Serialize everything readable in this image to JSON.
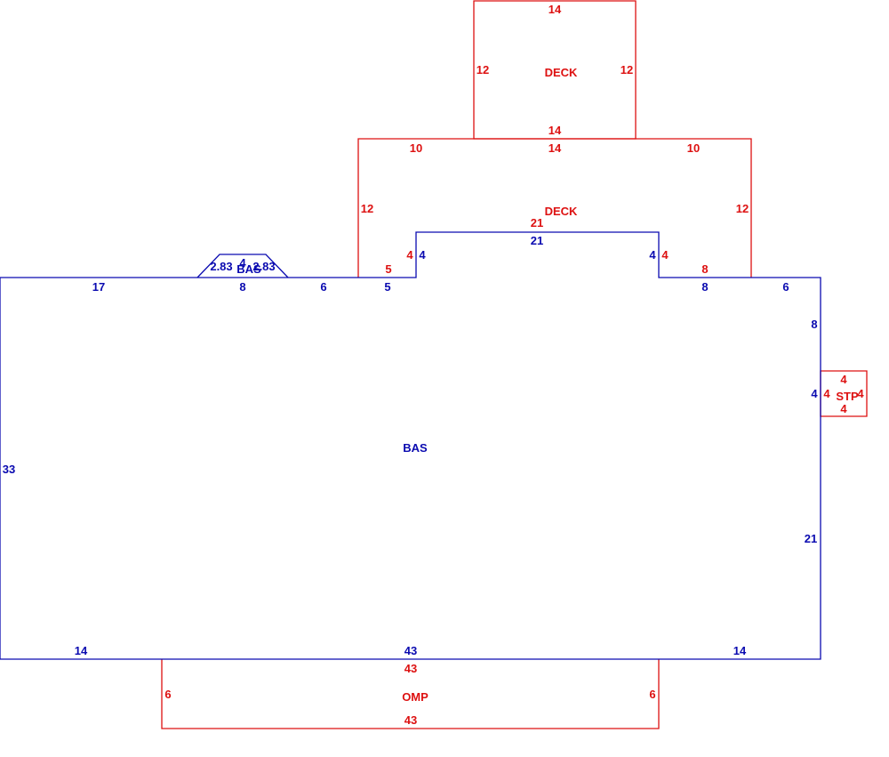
{
  "colors": {
    "structure": "#0a0ab0",
    "addition": "#dd1111",
    "background": "#ffffff"
  },
  "bas": {
    "label": "BAS",
    "dims": {
      "left": "33",
      "top_left": "17",
      "top_bay": "8",
      "top_mid": "6",
      "top_before_step": "5",
      "step_left": "4",
      "top_recess": "21",
      "step_right": "4",
      "top_after_step": "8",
      "top_right": "6",
      "right_upper": "8",
      "right_stp": "4",
      "right_lower": "21",
      "bottom": "43",
      "bottom_left": "14",
      "bottom_right": "14"
    }
  },
  "bay": {
    "label": "BAS",
    "dims": {
      "left_diag": "2.83",
      "top": "4",
      "right_diag": "2.83"
    }
  },
  "deck_upper": {
    "label": "DECK",
    "dims": {
      "top": "14",
      "left": "12",
      "right": "12",
      "bottom": "14"
    }
  },
  "deck_lower": {
    "label": "DECK",
    "dims": {
      "top_left": "10",
      "top_mid": "14",
      "top_right": "10",
      "left": "12",
      "right": "12",
      "inner_top": "21",
      "inner_left": "4",
      "inner_right": "4",
      "bottom_left": "5",
      "bottom_right": "8"
    }
  },
  "stp": {
    "label": "STP",
    "dims": {
      "top": "4",
      "right": "4",
      "bottom": "4",
      "left": "4"
    }
  },
  "omp": {
    "label": "OMP",
    "dims": {
      "top": "43",
      "left": "6",
      "right": "6",
      "bottom": "43"
    }
  }
}
